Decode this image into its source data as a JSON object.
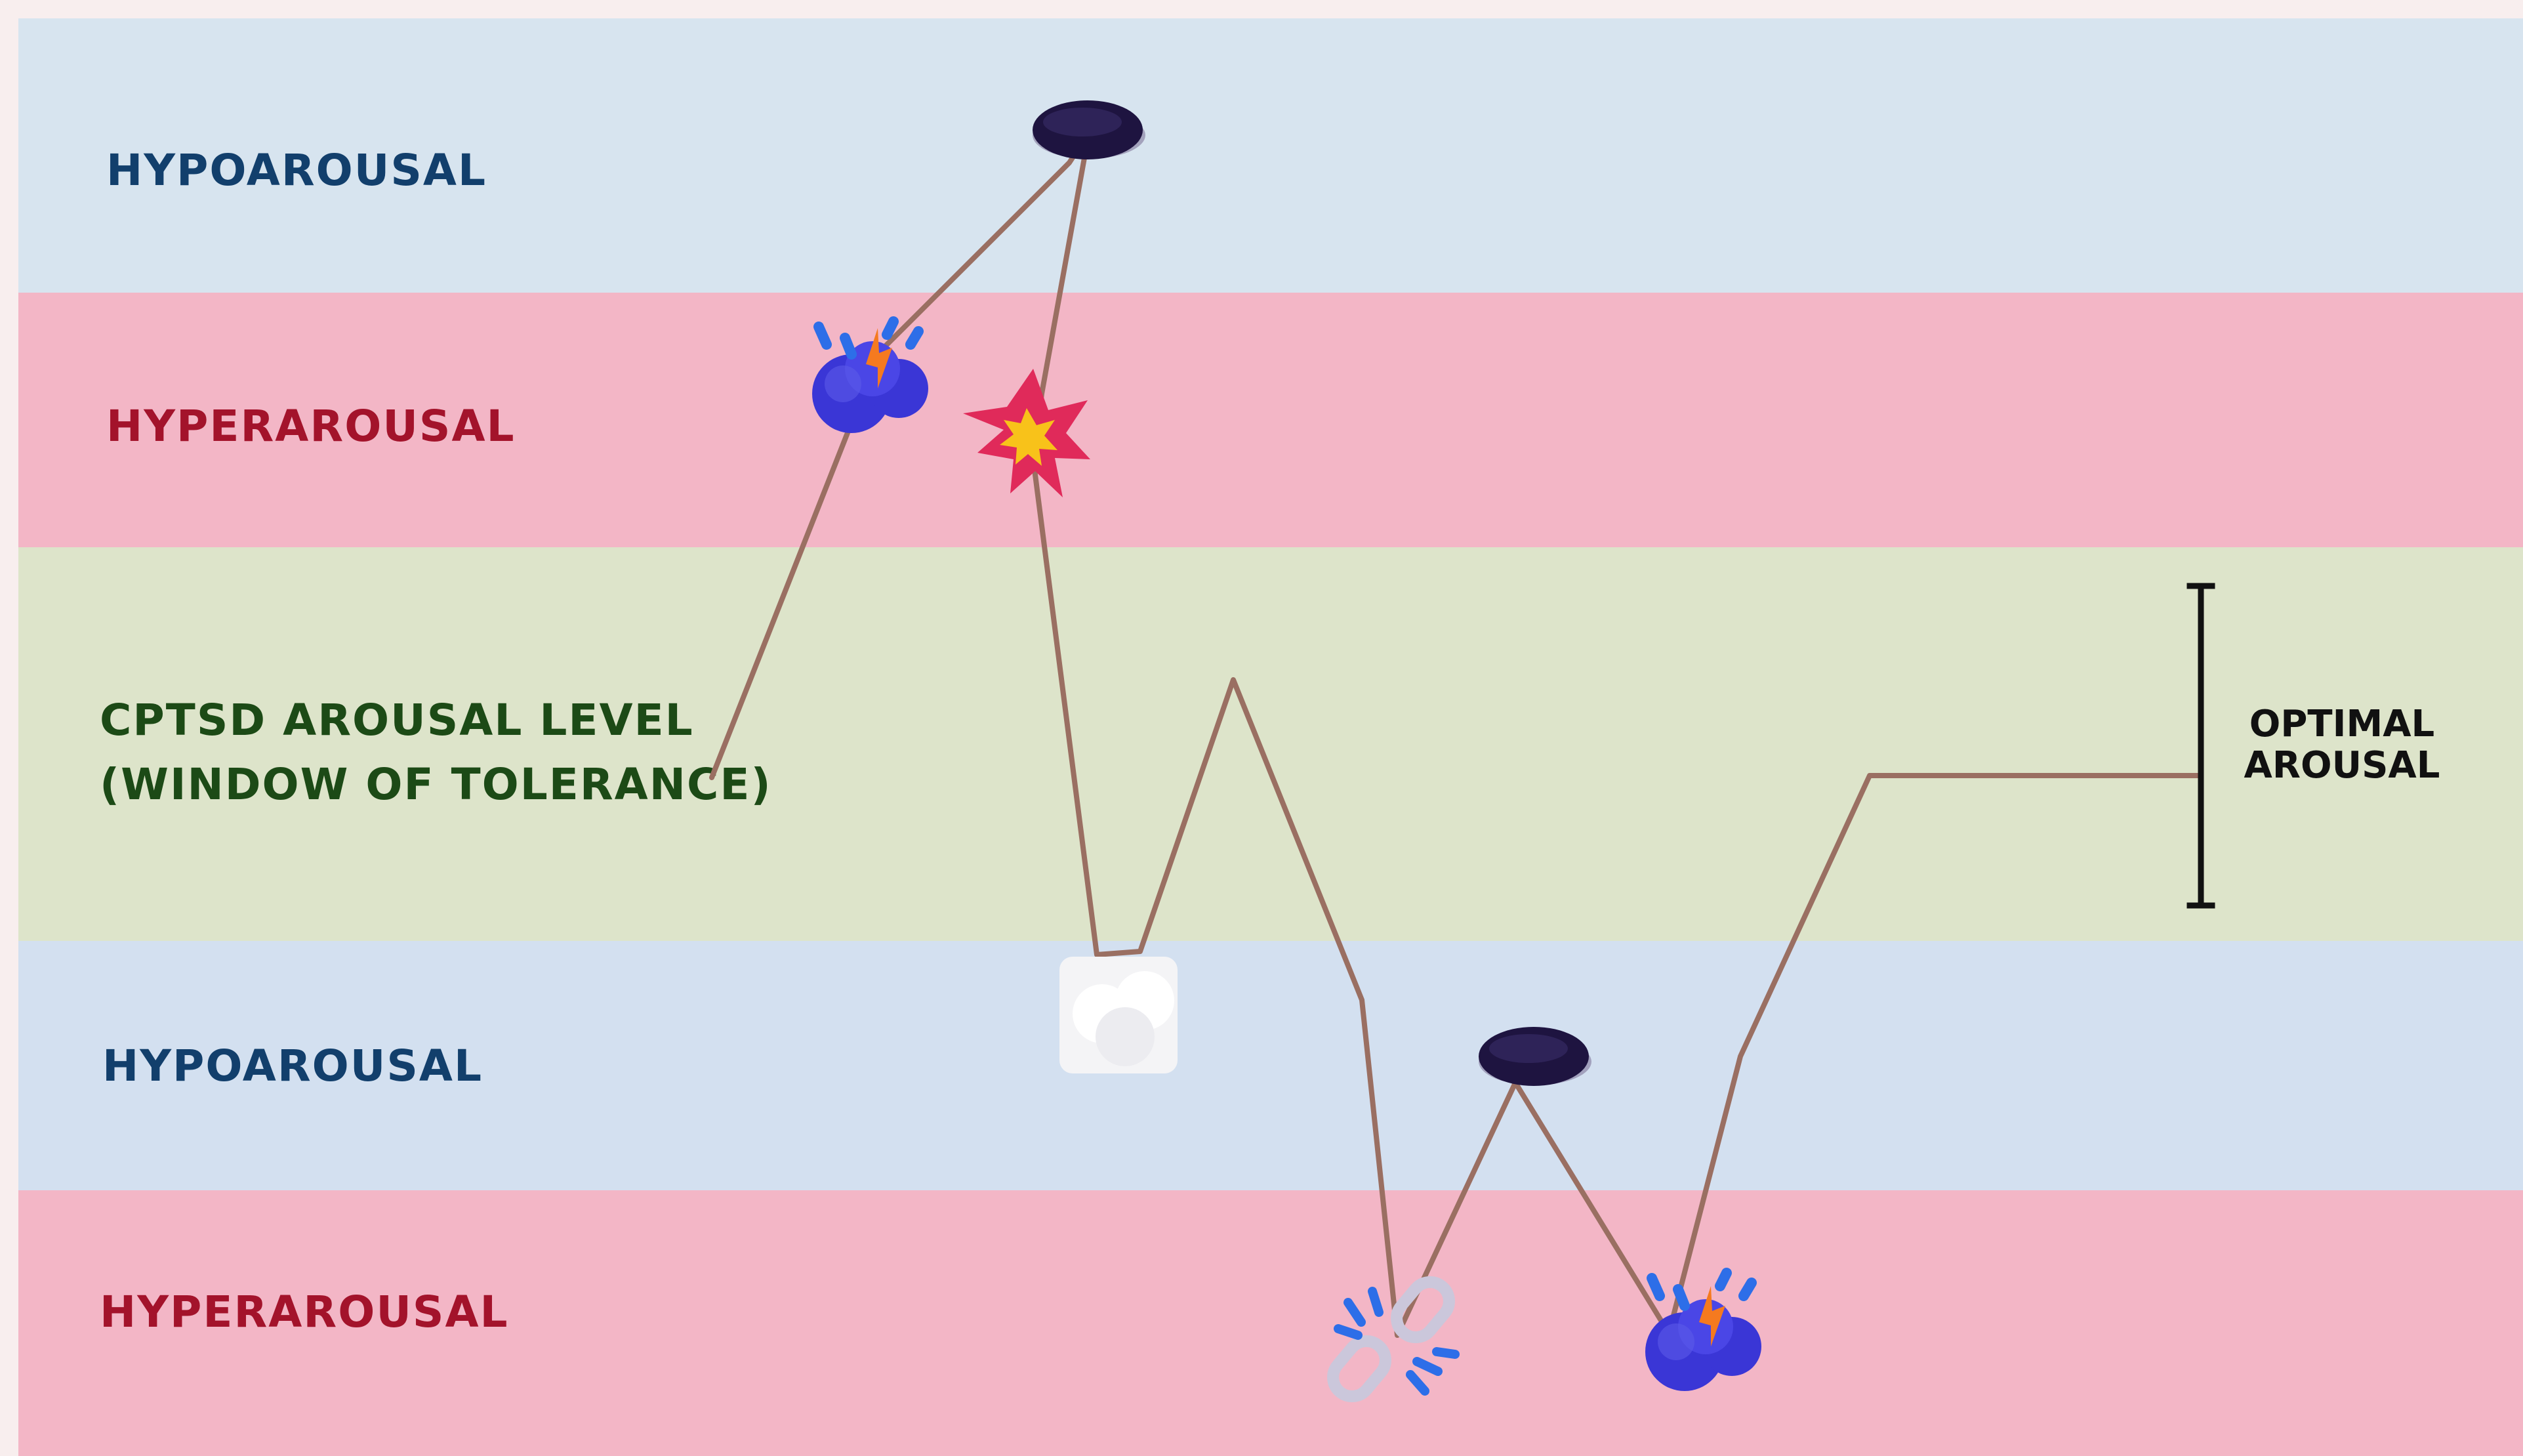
{
  "bands": [
    {
      "label": "HYPOAROUSAL",
      "kind": "hypo"
    },
    {
      "label": "HYPERAROUSAL",
      "kind": "hyper"
    },
    {
      "label_line1": "CPTSD AROUSAL LEVEL",
      "label_line2": "(WINDOW OF TOLERANCE)",
      "kind": "window"
    },
    {
      "label": "HYPOAROUSAL",
      "kind": "hypo"
    },
    {
      "label": "HYPERAROUSAL",
      "kind": "hyper"
    }
  ],
  "optimal": {
    "line1": "OPTIMAL",
    "line2": "AROUSAL"
  },
  "colors": {
    "hypo_band": "#d7e4ef",
    "hyper_band": "#f3b6c6",
    "window_band": "#dde4ca",
    "hypo_text": "#123f6c",
    "hyper_text": "#a3132b",
    "window_text": "#1c4a16",
    "line": "#9a6f62",
    "bracket": "#111111"
  },
  "icons": [
    "hole-icon",
    "anger-symbol-icon",
    "collision-icon",
    "cloud-icon",
    "hole-icon",
    "broken-chain-icon",
    "anger-symbol-icon"
  ]
}
